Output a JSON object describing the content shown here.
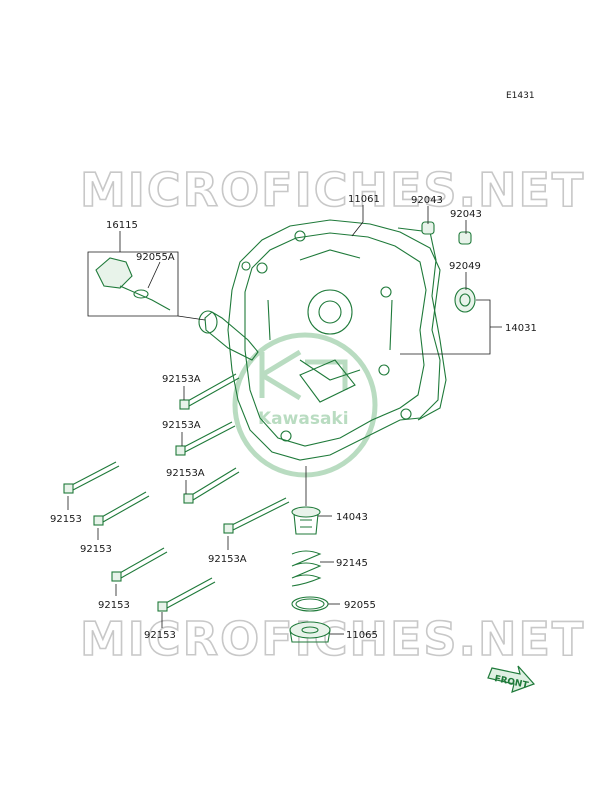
{
  "diagram": {
    "code": "E1431",
    "watermark": "MICROFICHES.NET",
    "logo_text": "Kawasaki",
    "front_label": "FRONT",
    "labels": {
      "p11061": "11061",
      "p92043a": "92043",
      "p92043b": "92043",
      "p16115": "16115",
      "p92055A": "92055A",
      "p92049": "92049",
      "p14031": "14031",
      "p92153A_1": "92153A",
      "p92153A_2": "92153A",
      "p92153A_3": "92153A",
      "p92153A_4": "92153A",
      "p92153_1": "92153",
      "p92153_2": "92153",
      "p92153_3": "92153",
      "p92153_4": "92153",
      "p14043": "14043",
      "p92145": "92145",
      "p92055": "92055",
      "p11065": "11065"
    }
  }
}
